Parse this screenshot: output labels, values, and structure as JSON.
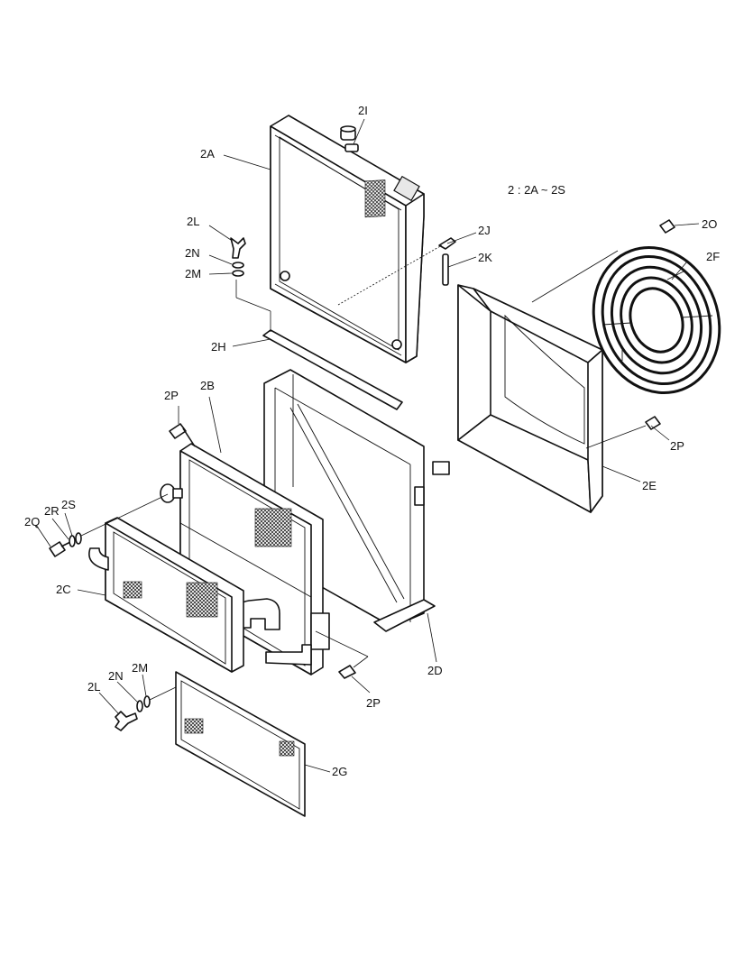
{
  "note": "2 : 2A ~ 2S",
  "labels": {
    "l2I": "2I",
    "l2A": "2A",
    "l2L_top": "2L",
    "l2N_top": "2N",
    "l2M_top": "2M",
    "l2J": "2J",
    "l2K": "2K",
    "l2O": "2O",
    "l2F": "2F",
    "l2H": "2H",
    "l2P_top": "2P",
    "l2B": "2B",
    "l2P_right": "2P",
    "l2E": "2E",
    "l2S": "2S",
    "l2R": "2R",
    "l2Q": "2Q",
    "l2C": "2C",
    "l2D": "2D",
    "l2P_bottom": "2P",
    "l2M_bot": "2M",
    "l2N_bot": "2N",
    "l2L_bot": "2L",
    "l2G": "2G"
  }
}
